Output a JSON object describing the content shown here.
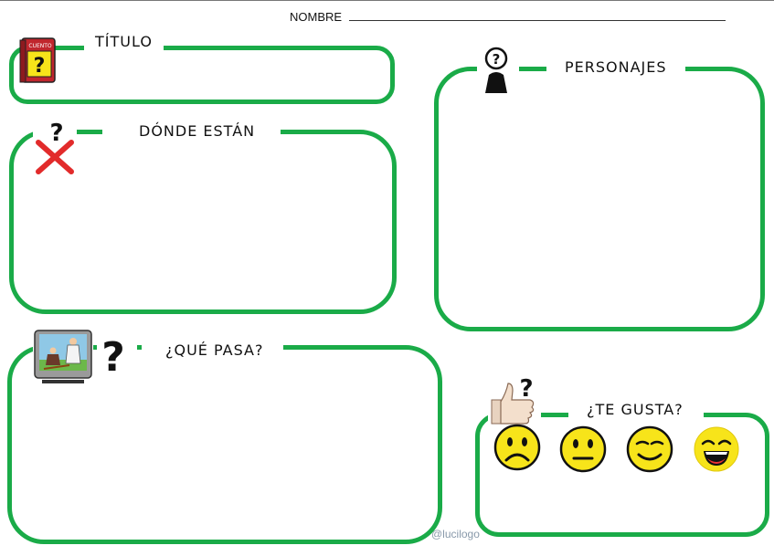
{
  "header": {
    "name_label": "NOMBRE"
  },
  "sections": {
    "titulo": {
      "label": "TÍTULO",
      "book_text": "CUENTO"
    },
    "personajes": {
      "label": "PERSONAJES"
    },
    "donde": {
      "label": "DÓNDE ESTÁN"
    },
    "que_pasa": {
      "label": "¿QUÉ PASA?"
    },
    "te_gusta": {
      "label": "¿TE GUSTA?"
    }
  },
  "question_mark": "?",
  "faces": [
    {
      "name": "sad",
      "level": 1
    },
    {
      "name": "neutral",
      "level": 2
    },
    {
      "name": "content",
      "level": 3
    },
    {
      "name": "laughing",
      "level": 4
    }
  ],
  "watermark": "@lucilogo",
  "colors": {
    "frame": "#1aab48",
    "face": "#f7e41a",
    "cross": "#e22b2b",
    "book": "#c0262d"
  }
}
